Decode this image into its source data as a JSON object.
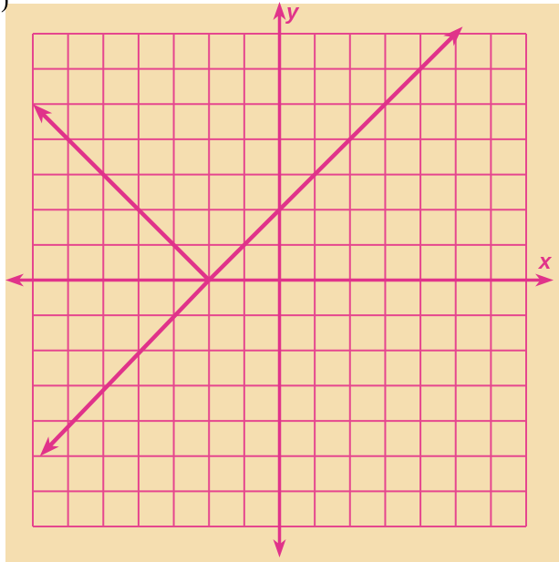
{
  "header": {
    "corner_text": ")"
  },
  "colors": {
    "background": "#f5deb0",
    "page": "#ffffff",
    "grid": "#e5468e",
    "line": "#e0338a",
    "axis_label": "#e0338a",
    "corner_text": "#000000"
  },
  "chart_data": {
    "type": "line",
    "title": "",
    "xlabel": "x",
    "ylabel": "y",
    "xlim": [
      -7,
      7
    ],
    "ylim": [
      -7,
      7
    ],
    "grid": true,
    "series": [
      {
        "x": [
          -6.8,
          -2,
          5.2
        ],
        "y": [
          -5,
          0,
          7.2
        ],
        "arrows": "both"
      },
      {
        "x": [
          -7,
          -2
        ],
        "y": [
          5,
          0
        ],
        "arrows": "start"
      }
    ]
  }
}
